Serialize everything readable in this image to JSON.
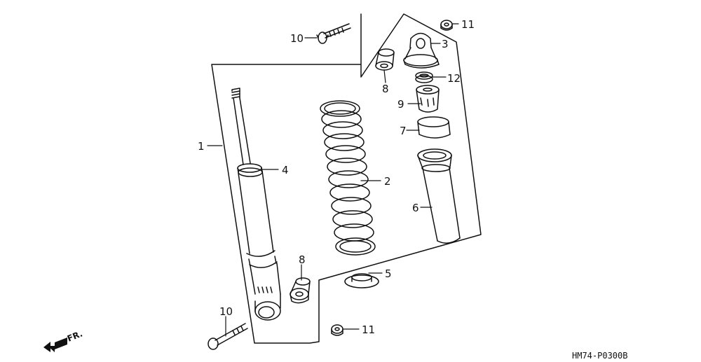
{
  "diagram": {
    "callouts": {
      "c1": "1",
      "c2": "2",
      "c3": "3",
      "c4": "4",
      "c5": "5",
      "c6": "6",
      "c7": "7",
      "c8_top": "8",
      "c8_bottom": "8",
      "c9": "9",
      "c10_top": "10",
      "c10_bottom": "10",
      "c11_top": "11",
      "c11_bottom": "11",
      "c12": "12"
    },
    "direction_label": "FR.",
    "diagram_code": "HM74-P0300B"
  }
}
